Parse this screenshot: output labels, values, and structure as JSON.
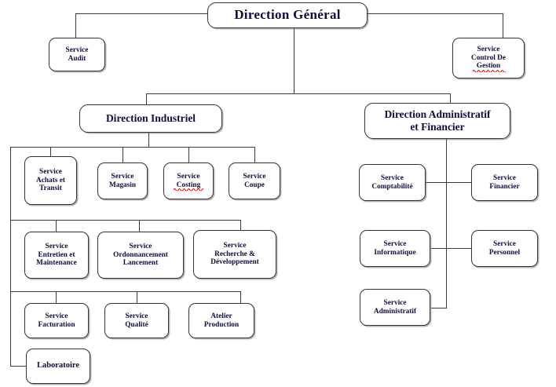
{
  "diagram": {
    "title": "Organigramme",
    "type": "organizational-chart",
    "language": "fr",
    "colors": {
      "box_border": "#333333",
      "text": "#0d0d40",
      "connector": "#3a3a3a",
      "spellcheck_squiggle": "#d00000",
      "background": "#ffffff"
    }
  },
  "nodes": {
    "direction_general": {
      "label": "Direction  Général",
      "level": 0
    },
    "service_audit": {
      "label": "Service\nAudit",
      "level": 1
    },
    "service_control_de_gestion": {
      "label": "Service\nControl De\nGestion",
      "level": 1,
      "spellcheck_word": "Gestion"
    },
    "direction_industriel": {
      "label": "Direction  Industriel",
      "level": 1
    },
    "direction_administratif_et_financier": {
      "label": "Direction Administratif\net Financier",
      "level": 1
    },
    "service_achats_et_transit": {
      "label": "Service\nAchats et\nTransit",
      "level": 2
    },
    "service_magasin": {
      "label": "Service\nMagasin",
      "level": 2
    },
    "service_costing": {
      "label": "Service\nCosting",
      "level": 2,
      "spellcheck_word": "Costing"
    },
    "service_coupe": {
      "label": "Service\nCoupe",
      "level": 2
    },
    "service_entretien_et_maintenance": {
      "label": "Service\nEntretien et\nMaintenance",
      "level": 2
    },
    "service_ordonnancement_lancement": {
      "label": "Service\nOrdonnancement\nLancement",
      "level": 2
    },
    "service_recherche_developpement": {
      "label": "Service\nRecherche &\nDéveloppement",
      "level": 2
    },
    "service_facturation": {
      "label": "Service\nFacturation",
      "level": 2
    },
    "service_qualite": {
      "label": "Service\nQualité",
      "level": 2
    },
    "atelier_production": {
      "label": "Atelier\nProduction",
      "level": 2
    },
    "laboratoire": {
      "label": "Laboratoire",
      "level": 2
    },
    "service_comptabilite": {
      "label": "Service\nComptabilité",
      "level": 2
    },
    "service_financier": {
      "label": "Service\nFinancier",
      "level": 2
    },
    "service_informatique": {
      "label": "Service\nInformatique",
      "level": 2
    },
    "service_personnel": {
      "label": "Service\nPersonnel",
      "level": 2
    },
    "service_administratif": {
      "label": "Service\nAdministratif",
      "level": 2
    }
  },
  "hierarchy": {
    "root": "direction_general",
    "edges": [
      {
        "from": "direction_general",
        "to": "service_audit"
      },
      {
        "from": "direction_general",
        "to": "service_control_de_gestion"
      },
      {
        "from": "direction_general",
        "to": "direction_industriel"
      },
      {
        "from": "direction_general",
        "to": "direction_administratif_et_financier"
      },
      {
        "from": "direction_industriel",
        "to": "service_achats_et_transit"
      },
      {
        "from": "direction_industriel",
        "to": "service_magasin"
      },
      {
        "from": "direction_industriel",
        "to": "service_costing"
      },
      {
        "from": "direction_industriel",
        "to": "service_coupe"
      },
      {
        "from": "direction_industriel",
        "to": "service_entretien_et_maintenance"
      },
      {
        "from": "direction_industriel",
        "to": "service_ordonnancement_lancement"
      },
      {
        "from": "direction_industriel",
        "to": "service_recherche_developpement"
      },
      {
        "from": "direction_industriel",
        "to": "service_facturation"
      },
      {
        "from": "direction_industriel",
        "to": "service_qualite"
      },
      {
        "from": "direction_industriel",
        "to": "atelier_production"
      },
      {
        "from": "direction_industriel",
        "to": "laboratoire"
      },
      {
        "from": "direction_administratif_et_financier",
        "to": "service_comptabilite"
      },
      {
        "from": "direction_administratif_et_financier",
        "to": "service_financier"
      },
      {
        "from": "direction_administratif_et_financier",
        "to": "service_informatique"
      },
      {
        "from": "direction_administratif_et_financier",
        "to": "service_personnel"
      },
      {
        "from": "direction_administratif_et_financier",
        "to": "service_administratif"
      }
    ]
  }
}
